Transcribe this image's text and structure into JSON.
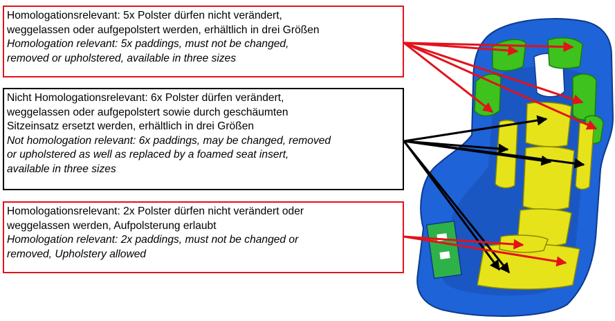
{
  "colors": {
    "red": "#e3121b",
    "black": "#000000",
    "shell_blue": "#1e63d8",
    "pad_green": "#3ec21e",
    "pad_yellow": "#e6e31a"
  },
  "callouts": [
    {
      "id": "red-top",
      "border": "red",
      "de_lines": [
        "Homologationsrelevant: 5x Polster dürfen nicht verändert,",
        "weggelassen oder aufgepolstert werden, erhältlich in drei Größen"
      ],
      "en_lines": [
        "Homologation relevant: 5x paddings, must not be changed,",
        "removed or upholstered, available in three sizes"
      ]
    },
    {
      "id": "black-mid",
      "border": "black",
      "de_lines": [
        "Nicht Homologationsrelevant: 6x Polster dürfen verändert,",
        "weggelassen oder aufgepolstert sowie durch geschäumten",
        "Sitzeinsatz ersetzt werden, erhältlich in drei Größen"
      ],
      "en_lines": [
        "Not homologation relevant: 6x paddings, may be changed, removed",
        "or upholstered as well as replaced by a foamed seat insert,",
        "available in three sizes"
      ]
    },
    {
      "id": "red-bottom",
      "border": "red",
      "de_lines": [
        "Homologationsrelevant: 2x Polster dürfen nicht verändert oder",
        "weggelassen werden, Aufpolsterung erlaubt"
      ],
      "en_lines": [
        "Homologation relevant: 2x paddings, must not be changed or",
        "removed, Upholstery allowed"
      ]
    }
  ]
}
